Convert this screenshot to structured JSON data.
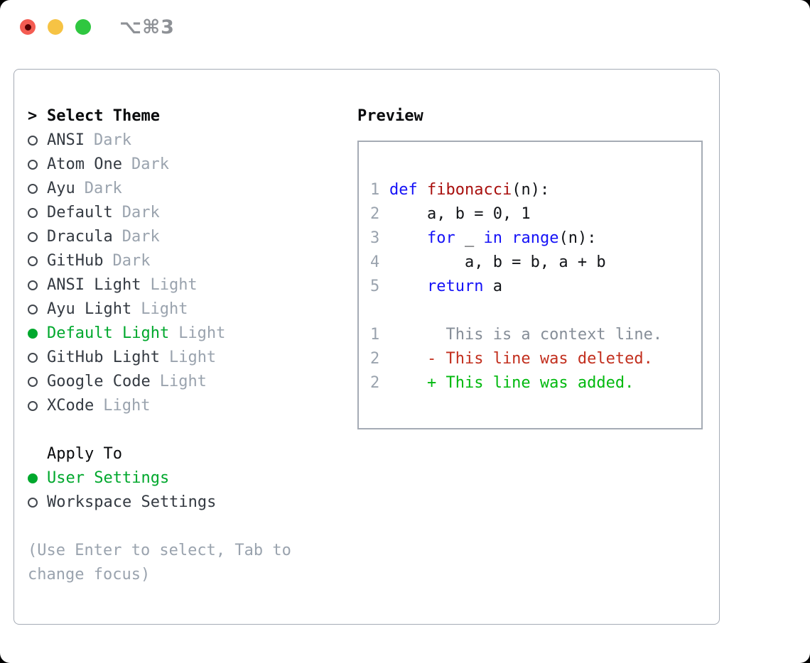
{
  "window": {
    "title_shortcut": "⌥⌘3",
    "traffic_lights": [
      "close",
      "minimize",
      "zoom"
    ]
  },
  "theme_selector": {
    "prompt": ">",
    "title": "Select Theme",
    "items": [
      {
        "name": "ANSI",
        "variant": "Dark",
        "selected": false
      },
      {
        "name": "Atom One",
        "variant": "Dark",
        "selected": false
      },
      {
        "name": "Ayu",
        "variant": "Dark",
        "selected": false
      },
      {
        "name": "Default",
        "variant": "Dark",
        "selected": false
      },
      {
        "name": "Dracula",
        "variant": "Dark",
        "selected": false
      },
      {
        "name": "GitHub",
        "variant": "Dark",
        "selected": false
      },
      {
        "name": "ANSI Light",
        "variant": "Light",
        "selected": false
      },
      {
        "name": "Ayu Light",
        "variant": "Light",
        "selected": false
      },
      {
        "name": "Default Light",
        "variant": "Light",
        "selected": true
      },
      {
        "name": "GitHub Light",
        "variant": "Light",
        "selected": false
      },
      {
        "name": "Google Code",
        "variant": "Light",
        "selected": false
      },
      {
        "name": "XCode",
        "variant": "Light",
        "selected": false
      }
    ]
  },
  "apply_to": {
    "title": "Apply To",
    "options": [
      {
        "label": "User Settings",
        "selected": true
      },
      {
        "label": "Workspace Settings",
        "selected": false
      }
    ]
  },
  "hint": {
    "line1": "(Use Enter to select, Tab to",
    "line2": "change focus)"
  },
  "preview": {
    "title": "Preview",
    "code_lines": [
      {
        "num": "1",
        "segments": [
          {
            "text": "def",
            "style": "keyword"
          },
          {
            "text": " ",
            "style": "plain"
          },
          {
            "text": "fibonacci",
            "style": "function"
          },
          {
            "text": "(n):",
            "style": "plain"
          }
        ]
      },
      {
        "num": "2",
        "segments": [
          {
            "text": "    a, b = 0, 1",
            "style": "plain"
          }
        ]
      },
      {
        "num": "3",
        "segments": [
          {
            "text": "    ",
            "style": "plain"
          },
          {
            "text": "for",
            "style": "keyword"
          },
          {
            "text": " _ ",
            "style": "plain"
          },
          {
            "text": "in",
            "style": "keyword"
          },
          {
            "text": " ",
            "style": "plain"
          },
          {
            "text": "range",
            "style": "keyword"
          },
          {
            "text": "(n):",
            "style": "plain"
          }
        ]
      },
      {
        "num": "4",
        "segments": [
          {
            "text": "        a, b = b, a + b",
            "style": "plain"
          }
        ]
      },
      {
        "num": "5",
        "segments": [
          {
            "text": "    ",
            "style": "plain"
          },
          {
            "text": "return",
            "style": "keyword"
          },
          {
            "text": " a",
            "style": "plain"
          }
        ]
      },
      {
        "num": "",
        "segments": []
      },
      {
        "num": "1",
        "segments": [
          {
            "text": "      This is a context line.",
            "style": "context"
          }
        ]
      },
      {
        "num": "2",
        "segments": [
          {
            "text": "    - This line was deleted.",
            "style": "deleted"
          }
        ]
      },
      {
        "num": "2",
        "segments": [
          {
            "text": "    + This line was added.",
            "style": "added"
          }
        ]
      }
    ]
  },
  "colors": {
    "selection_green": "#00a82d",
    "added_green": "#00b90e",
    "deleted_red": "#c22f1e",
    "keyword_blue": "#1512f7",
    "function_red": "#a80f0d",
    "muted_gray": "#9aa3ae",
    "context_gray": "#868e98",
    "name_ink": "#343a42",
    "code_ink": "#121418",
    "header_ink": "#0a0b0d",
    "border_gray": "#a5abb5",
    "title_gray": "#8e9196",
    "close_red": "#f45c52",
    "minimize_yellow": "#f6c344",
    "zoom_green": "#2fc740"
  }
}
